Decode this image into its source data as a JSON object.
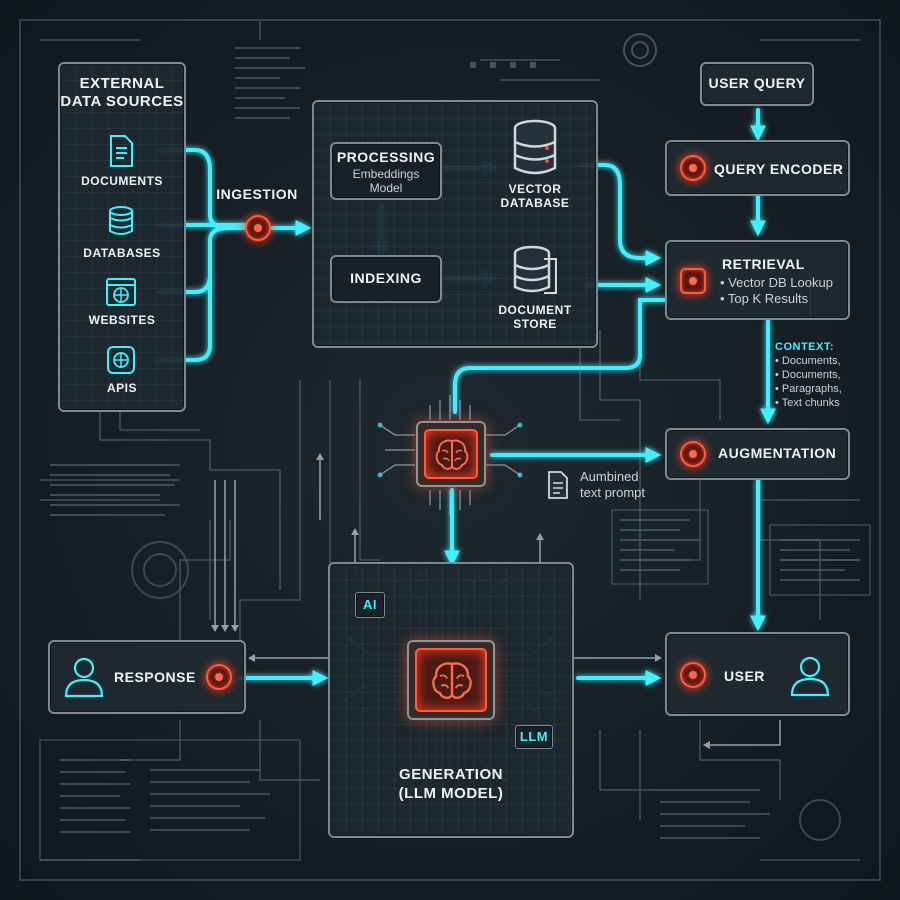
{
  "sources": {
    "title": [
      "EXTERNAL",
      "DATA SOURCES"
    ],
    "items": [
      "DOCUMENTS",
      "DATABASES",
      "WEBSITES",
      "APIS"
    ]
  },
  "ingestion": "INGESTION",
  "processing": {
    "title": "PROCESSING",
    "sub": [
      "Embeddings",
      "Model"
    ]
  },
  "indexing": "INDEXING",
  "vector_db": [
    "VECTOR",
    "DATABASE"
  ],
  "doc_store": [
    "DOCUMENT",
    "STORE"
  ],
  "user_query": "USER QUERY",
  "query_encoder": "QUERY ENCODER",
  "retrieval": {
    "title": "RETRIEVAL",
    "items": [
      "• Vector DB Lookup",
      "• Top K Results"
    ]
  },
  "context": {
    "title": "CONTEXT:",
    "items": [
      "• Documents,",
      "• Documents,",
      "• Paragraphs,",
      "• Text chunks"
    ]
  },
  "augmentation": "AUGMENTATION",
  "prompt_note": [
    "Aumbined",
    "text prompt"
  ],
  "response": "RESPONSE",
  "user": "USER",
  "generation": {
    "tag_ai": "AI",
    "tag_llm": "LLM",
    "title": [
      "GENERATION",
      "(LLM MODEL)"
    ]
  },
  "colors": {
    "flow": "#3ff0ff",
    "accent": "#ff4a2a",
    "panel_border": "#7c8b92",
    "background": "#172027"
  },
  "icons": [
    "document-icon",
    "database-icon",
    "globe-icon",
    "api-icon",
    "brain-chip-icon",
    "user-icon",
    "file-icon"
  ]
}
